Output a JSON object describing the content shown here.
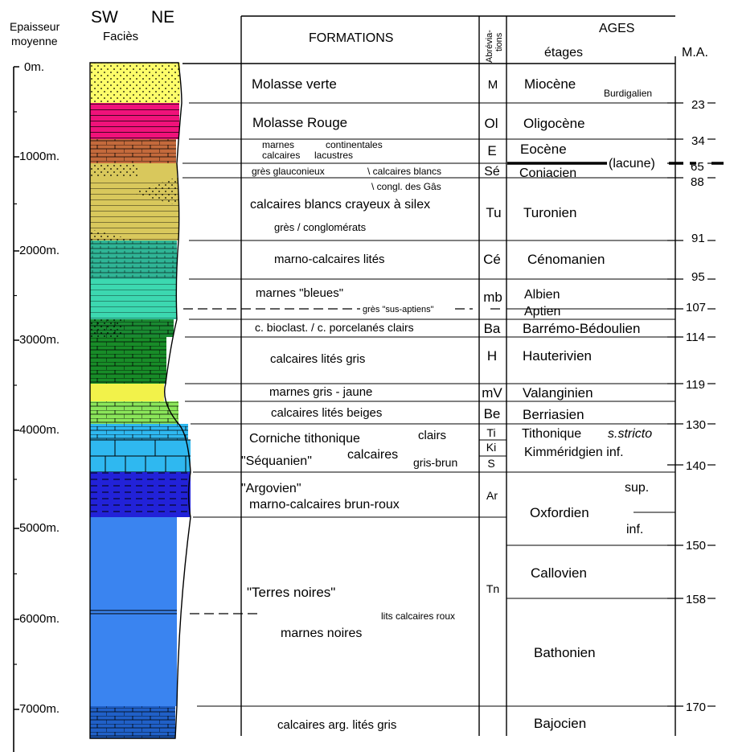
{
  "header": {
    "thickness_line1": "Epaisseur",
    "thickness_line2": "moyenne",
    "sw": "SW",
    "ne": "NE",
    "facies": "Faciès",
    "formations": "FORMATIONS",
    "abbrev_line1": "Abréviа-",
    "abbrev_line2": "tions",
    "ages": "AGES",
    "etages": "étages",
    "ma": "M.A."
  },
  "depth_scale": [
    "0m.",
    "1000m.",
    "2000m.",
    "3000m.",
    "4000m.",
    "5000m.",
    "6000m.",
    "7000m."
  ],
  "formations": {
    "molasse_verte": "Molasse verte",
    "molasse_rouge": "Molasse Rouge",
    "marnes_continentales_1": "marnes",
    "marnes_continentales_2": "continentales",
    "calcaires_lacustres_1": "calcaires",
    "calcaires_lacustres_2": "lacustres",
    "gres_glauconieux": "grès glauconieux",
    "calcaires_blancs": "\\ calcaires blancs",
    "congl_gas": "\\ congl. des Gâs",
    "calcaires_crayeux": "calcaires blancs crayeux à silex",
    "gres_conglomerats": "grès / conglomérats",
    "marno_calcaires_lites": "marno-calcaires lités",
    "marnes_bleues": "marnes \"bleues\"",
    "gres_sus_aptiens": "grès \"sus-aptiens\"",
    "bioclast": "c. bioclast. / c. porcelanés clairs",
    "calcaires_lites_gris": "calcaires lités gris",
    "marnes_gris_jaune": "marnes gris - jaune",
    "calcaires_lites_beiges": "calcaires lités beiges",
    "corniche": "Corniche tithonique",
    "clairs": "clairs",
    "sequanien": "\"Séquanien\"",
    "calcaires": "calcaires",
    "gris_brun": "gris-brun",
    "argovien": "\"Argovien\"",
    "marno_brun_roux": "marno-calcaires brun-roux",
    "terres_noires": "\"Terres noires\"",
    "lits_calcaires_roux": "lits calcaires roux",
    "marnes_noires": "marnes noires",
    "calcaires_arg": "calcaires arg. lités gris"
  },
  "abbreviations": [
    "M",
    "Ol",
    "E",
    "Sé",
    "Tu",
    "Cé",
    "mb",
    "Ba",
    "H",
    "mV",
    "Be",
    "Ti",
    "Ki",
    "S",
    "Ar",
    "Tn"
  ],
  "stages": {
    "miocene": "Miocène",
    "burdigalien": "Burdigalien",
    "oligocene": "Oligocène",
    "eocene": "Eocène",
    "lacune": "(lacune)",
    "coniacien": "Coniacien",
    "turonien": "Turonien",
    "cenomanien": "Cénomanien",
    "albien": "Albien",
    "aptien": "Aptien",
    "barremo": "Barrémo-Bédoulien",
    "hauterivien": "Hauterivien",
    "valanginien": "Valanginien",
    "berriasien": "Berriasien",
    "tithonique": "Tithonique",
    "s_stricto": "s.stricto",
    "kimmeridgien": "Kimméridgien inf.",
    "oxfordien": "Oxfordien",
    "sup": "sup.",
    "inf": "inf.",
    "callovien": "Callovien",
    "bathonien": "Bathonien",
    "bajocien": "Bajocien"
  },
  "ma_values": [
    "23",
    "34",
    "65",
    "88",
    "91",
    "95",
    "107",
    "114",
    "119",
    "130",
    "140",
    "150",
    "158",
    "170"
  ],
  "facies_colors": {
    "molasse_verte": "#fdfd6a",
    "molasse_rouge": "#f0127a",
    "eocene": "#c46a3c",
    "cretace_sup": "#d9c85c",
    "cenomanien": "#2fb596",
    "albien": "#3cd8b0",
    "barremien": "#1a8a32",
    "hauterivien": "#188c28",
    "valanginien": "#f2f24a",
    "berriasien": "#8be65a",
    "tithonique": "#2fb8f0",
    "argovien": "#2222d8",
    "terres_noires": "#3a84f0",
    "bajocien": "#2060c8"
  }
}
